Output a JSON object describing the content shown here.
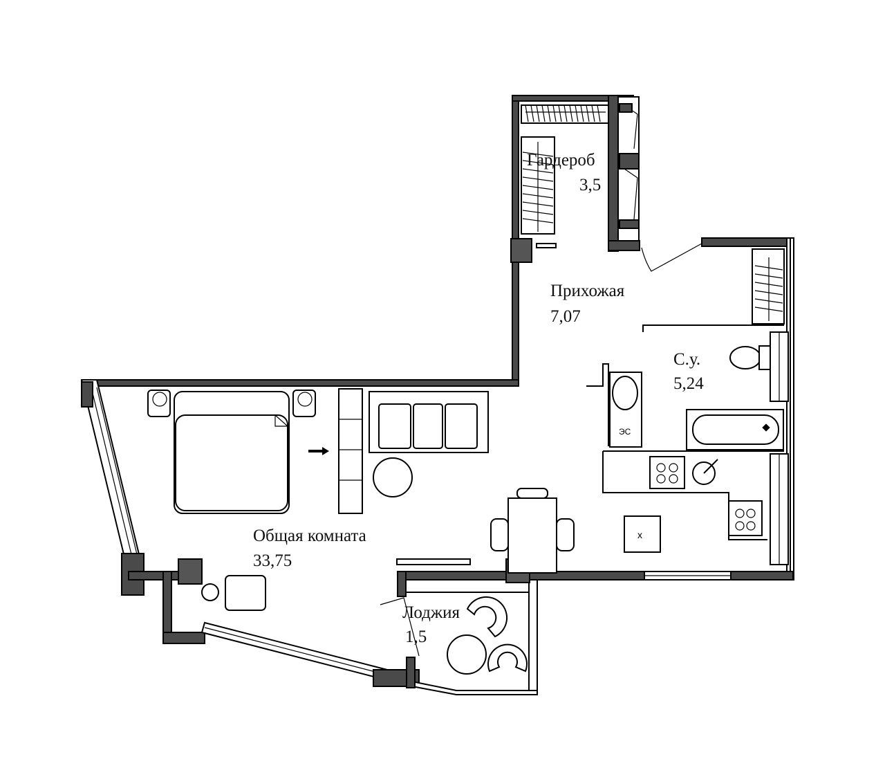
{
  "rooms": {
    "wardrobe": {
      "name": "Гардероб",
      "area": "3,5"
    },
    "hallway": {
      "name": "Прихожая",
      "area": "7,07"
    },
    "bathroom": {
      "name": "С.у.",
      "area": "5,24"
    },
    "living": {
      "name": "Общая комната",
      "area": "33,75"
    },
    "loggia": {
      "name": "Лоджия",
      "area": "1,5"
    }
  },
  "marks": {
    "fridge": "x",
    "washer": "ЭС"
  }
}
